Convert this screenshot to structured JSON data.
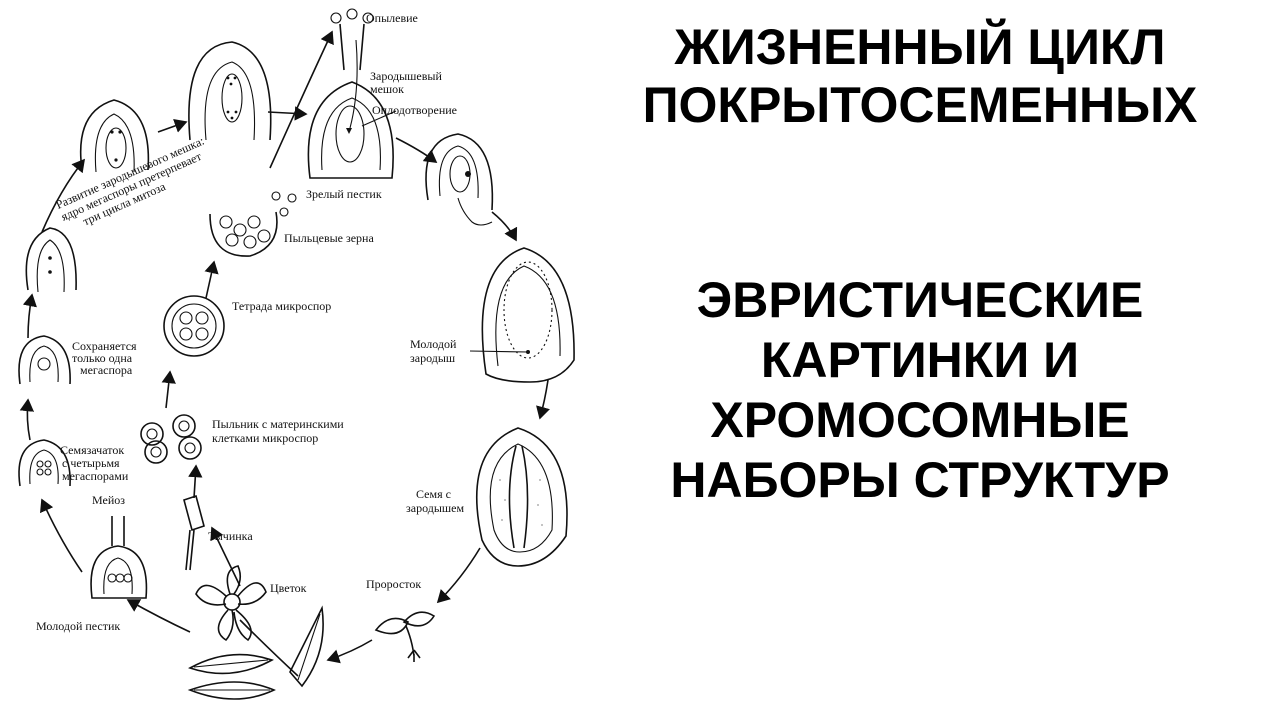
{
  "title": {
    "line1": "ЖИЗНЕННЫЙ ЦИКЛ",
    "line2": "ПОКРЫТОСЕМЕННЫХ",
    "line3": "ЭВРИСТИЧЕСКИЕ",
    "line4": "КАРТИНКИ И",
    "line5": "ХРОМОСОМНЫЕ",
    "line6": "НАБОРЫ СТРУКТУР"
  },
  "diagram": {
    "labels": {
      "pollination": "Опылевие",
      "embryo_sac_1": "Зародышевый",
      "embryo_sac_2": "мешок",
      "fertilization": "Оплодотворение",
      "mature_pistil": "Зрелый пестик",
      "pollen_grains": "Пыльцевые зерна",
      "tetrad": "Тетрада микроспор",
      "one_megaspore_1": "Сохраняется",
      "one_megaspore_2": "только одна",
      "one_megaspore_3": "мегаспора",
      "anther_1": "Пыльник с материнскими",
      "anther_2": "клетками микроспор",
      "ovule_1": "Семязачаток",
      "ovule_2": "с четырьмя",
      "ovule_3": "мегаспорами",
      "meiosis": "Мейоз",
      "stamen": "Тычинка",
      "flower": "Цветок",
      "young_pistil": "Молодой пестик",
      "seedling": "Проросток",
      "seed_1": "Семя с",
      "seed_2": "зародышем",
      "young_embryo_1": "Молодой",
      "young_embryo_2": "зародыш",
      "mitosis_1": "Развитие зародышевого мешка:",
      "mitosis_2": "ядро мегаспоры претерпевает",
      "mitosis_3": "три цикла митоза"
    }
  }
}
